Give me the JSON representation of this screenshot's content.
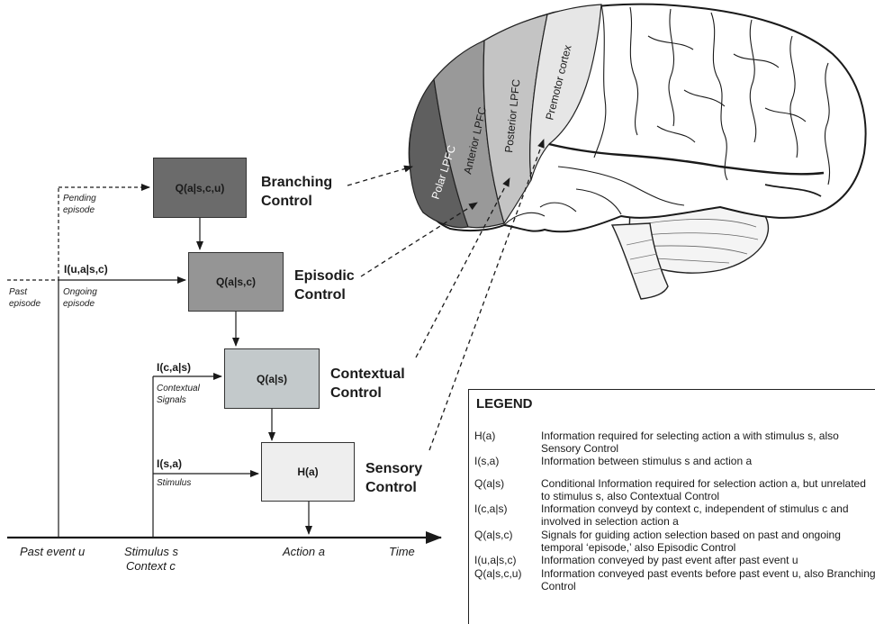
{
  "boxes": {
    "branching": {
      "label": "Q(a|s,c,u)",
      "color": "#6b6b6b"
    },
    "episodic": {
      "label": "Q(a|s,c)",
      "color": "#959595"
    },
    "contextual": {
      "label": "Q(a|s)",
      "color": "#c3c9cb"
    },
    "sensory": {
      "label": "H(a)",
      "color": "#eeeeee"
    }
  },
  "controls": {
    "branching": [
      "Branching",
      "Control"
    ],
    "episodic": [
      "Episodic",
      "Control"
    ],
    "contextual": [
      "Contextual",
      "Control"
    ],
    "sensory": [
      "Sensory",
      "Control"
    ]
  },
  "signals": {
    "episodic": "I(u,a|s,c)",
    "contextual": "I(c,a|s)",
    "sensory": "I(s,a)"
  },
  "sublabels": {
    "pending": [
      "Pending",
      "episode"
    ],
    "ongoing": [
      "Ongoing",
      "episode"
    ],
    "past_episode": [
      "Past",
      "episode"
    ],
    "contextual_signals": [
      "Contextual",
      "Signals"
    ],
    "stimulus": "Stimulus"
  },
  "axis": {
    "past_event": "Past event u",
    "stimulus": "Stimulus s",
    "context": "Context c",
    "action": "Action a",
    "time": "Time"
  },
  "brain": {
    "regions": [
      "Polar LPFC",
      "Anterior LPFC",
      "Posterior LPFC",
      "Premotor cortex"
    ]
  },
  "legend": {
    "title": "LEGEND",
    "entries": [
      {
        "symbol": "H(a)",
        "text": "Information required for selecting action a with stimulus s, also Sensory Control"
      },
      {
        "symbol": "I(s,a)",
        "text": "Information between stimulus s and action a"
      },
      {
        "symbol": "Q(a|s)",
        "text": "Conditional Information required for selection action a, but unrelated to stimulus s, also Contextual Control"
      },
      {
        "symbol": "I(c,a|s)",
        "text": "Information conveyd by context c, independent of stimulus c and involved in selection action a"
      },
      {
        "symbol": "Q(a|s,c)",
        "text": "Signals for guiding action selection based on past and ongoing temporal ‘episode,’ also Episodic Control"
      },
      {
        "symbol": "I(u,a|s,c)",
        "text": "Information conveyed by past event after past event u"
      },
      {
        "symbol": "Q(a|s,c,u)",
        "text": "Information conveyed past events before past event u, also Branching Control"
      }
    ]
  }
}
